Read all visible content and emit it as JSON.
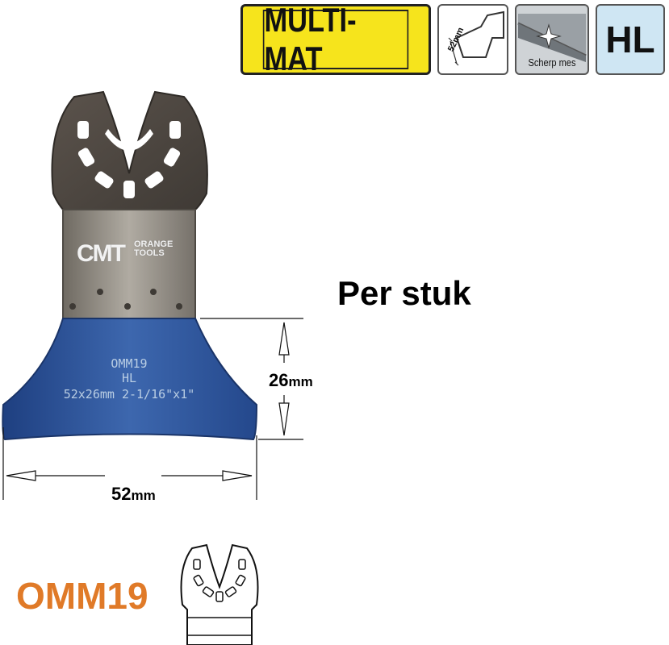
{
  "badges": {
    "material": "MULTI-MAT",
    "size_mark": "52mm",
    "sharp_label": "Scherp mes",
    "type": "HL"
  },
  "price_unit": "Per stuk",
  "blade": {
    "brand": "CMT",
    "brand_sub_line1": "ORANGE",
    "brand_sub_line2": "TOOLS",
    "engraving_line1": "OMM19",
    "engraving_line2": "HL",
    "engraving_line3": "52x26mm  2-1/16\"x1\""
  },
  "dimensions": {
    "height_value": "26",
    "height_unit": "mm",
    "width_value": "52",
    "width_unit": "mm"
  },
  "product_code": "OMM19",
  "colors": {
    "badge_yellow": "#f6e41c",
    "hl_blue": "#cfe6f3",
    "blade_blue": "#2a4f94",
    "steel": "#8f8a82",
    "code_orange": "#e07a28"
  }
}
